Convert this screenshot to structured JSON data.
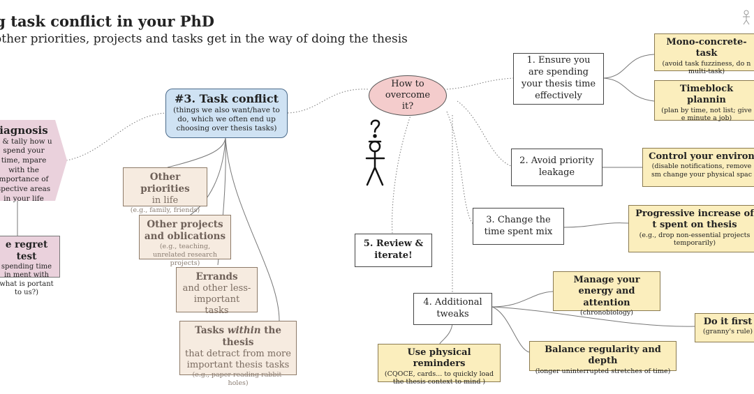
{
  "header": {
    "title": "ing task conflict in your PhD",
    "subtitle": "other priorities, projects and tasks get in the way of doing the thesis"
  },
  "icons": {
    "corner": "stick-figure-icon",
    "confused": "confused-stick-figure-icon"
  },
  "colors": {
    "central_fill": "#cfe2f3",
    "question_fill": "#f4cccc",
    "diagnosis_fill": "#ead1dc",
    "category_fill": "#f6ebe0",
    "tip_fill": "#fbeebd",
    "strategy_fill": "#ffffff"
  },
  "diagnosis": {
    "title": "iagnosis",
    "body": "g & tally how u spend your time, mpare with the mportance of spective areas in your life"
  },
  "regret": {
    "title": "e regret test",
    "body": "spending time in ment with what is portant to us?)"
  },
  "central": {
    "title": "#3. Task conflict",
    "body": "(things we also want/have to do, which we often end up choosing over thesis tasks)"
  },
  "categories": [
    {
      "bold": "Other priorities",
      "text": "in life",
      "note": "(e.g., family, friends)"
    },
    {
      "bold": "Other projects and oblications",
      "text": "",
      "note": "(e.g., teaching, unrelated research projects)"
    },
    {
      "bold": "Errands",
      "text": "and other less-important tasks",
      "note": ""
    },
    {
      "bold_pre": "Tasks ",
      "bold_em": "within",
      "bold_post": " the thesis",
      "text": "that detract from more important thesis tasks",
      "note": "(e.g., paper reading rabbit-holes)"
    }
  ],
  "question": {
    "label": "How to overcome it?"
  },
  "strategies": [
    {
      "label": "1. Ensure you are spending your thesis time effectively"
    },
    {
      "label": "2. Avoid priority leakage"
    },
    {
      "label": "3. Change the time spent mix"
    },
    {
      "label": "4. Additional tweaks"
    },
    {
      "label": "5. Review & iterate!"
    }
  ],
  "tips": [
    {
      "title": "Mono-concrete-task",
      "note": "(avoid task fuzziness, do n multi-task)"
    },
    {
      "title": "Timeblock plannin",
      "note": "(plan by time, not list; give e minute a job)"
    },
    {
      "title": "Control your environ",
      "note": "(disable notifications, remove sm change your physical spac"
    },
    {
      "title": "Progressive increase of t spent on thesis",
      "note": "(e.g., drop non-essential projects temporarily)"
    },
    {
      "title": "Manage your energy and attention",
      "note": "(chronobiology)"
    },
    {
      "title": "Do it first",
      "note": "(granny's rule)"
    },
    {
      "title": "Balance regularity and depth",
      "note": "(longer uninterrupted stretches of time)"
    },
    {
      "title": "Use physical reminders",
      "note": "(CQOCE, cards... to quickly load the thesis context to mind )"
    }
  ]
}
